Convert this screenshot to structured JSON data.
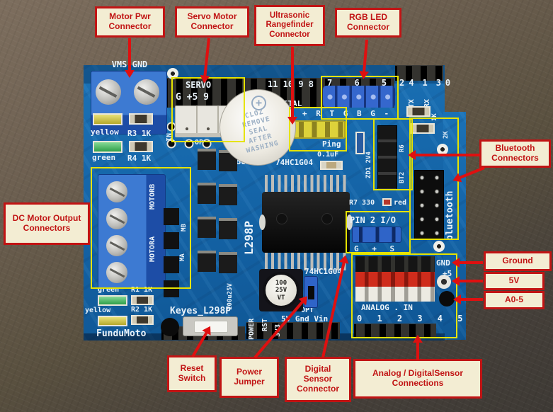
{
  "colors": {
    "board_blue": "#1565a8",
    "label_bg": "#f3edd3",
    "label_red": "#c11414",
    "arrow_red": "#df1010",
    "highlight_yellow": "#e6e300"
  },
  "annotations": {
    "motor_pwr": {
      "line1": "Motor Pwr",
      "line2": "Connector"
    },
    "servo": {
      "line1": "Servo Motor",
      "line2": "Connector"
    },
    "ultrasonic": {
      "line1": "Ultrasonic",
      "line2": "Rangefinder",
      "line3": "Connector"
    },
    "rgb_led": {
      "line1": "RGB LED",
      "line2": "Connector"
    },
    "bluetooth": {
      "line1": "Bluetooth",
      "line2": "Connectors"
    },
    "ground": {
      "line1": "Ground"
    },
    "five_v": {
      "line1": "5V"
    },
    "a0_5": {
      "line1": "A0-5"
    },
    "dc_motor": {
      "line1": "DC Motor Output",
      "line2": "Connectors"
    },
    "reset": {
      "line1": "Reset",
      "line2": "Switch"
    },
    "power_jumper": {
      "line1": "Power",
      "line2": "Jumper"
    },
    "digital_sensor": {
      "line1": "Digital",
      "line2": "Sensor",
      "line3": "Connector"
    },
    "analog_digital": {
      "line1": "Analog / DigitalSensor",
      "line2": "Connections"
    }
  },
  "silkscreen": {
    "vms_gnd": "VMS GND",
    "servo_title": "SERVO",
    "servo_pins": "G +5 9",
    "in_label": "IN",
    "op_label": "OP",
    "digital_label": "DIGITAL",
    "pins_11_8": "11 10 9  8",
    "pins_7_3": "7 6 5 4 3",
    "pins_2_0": "2 1 0",
    "tx": "TX",
    "rx": "RX",
    "pin_row": "+ R  T G  B G  -",
    "ping": "Ping",
    "cap_small": "0.1uF",
    "buzz": "BUZZ",
    "ic_top": "74HC1G04",
    "ic_bottom": "74HC1G04",
    "l298p": "L298P",
    "zd1": "ZD1 2V4",
    "r6": "R6",
    "bt2": "BT2",
    "r_1k": "1K",
    "r_2k": "2K",
    "r7_330": "R7 330",
    "red_led": "red",
    "pin2_io": "PIN 2 I/O",
    "g_plus_s": "G + S",
    "bluetooth_text": "bluetooth",
    "analog_in": "ANALOG . IN",
    "analog_pins": "0 1 2 3 4 5",
    "gnd": "GND",
    "plus5": "+5",
    "motor_b": "MOTORB",
    "motor_a": "MOTORA",
    "mb": "MB",
    "ma": "MA",
    "yellow_top": "yellow",
    "r3_1k": "R3 1K",
    "green_top": "green",
    "r4_1k": "R4 1K",
    "green_bottom": "green",
    "r1_1k": "R1 1K",
    "yellow_bottom": "yellow",
    "r2_1k": "R2 1K",
    "keyes": "Keyes_L298P",
    "fundumoto": "FunduMoto",
    "power": "POWER",
    "rst": "RST",
    "v3_3": "3V3",
    "power_pins": "5V Gnd Vin",
    "opt": "OPT",
    "cap_line1": "100",
    "cap_line2": "25V",
    "cap_line3": "VT",
    "cap_side": "100u25V"
  },
  "buzzer": {
    "plus": "+",
    "line1": "CLOZ",
    "line2": "REMOVE",
    "line3": "SEAL",
    "line4": "AFTER",
    "line5": "WASHING"
  }
}
